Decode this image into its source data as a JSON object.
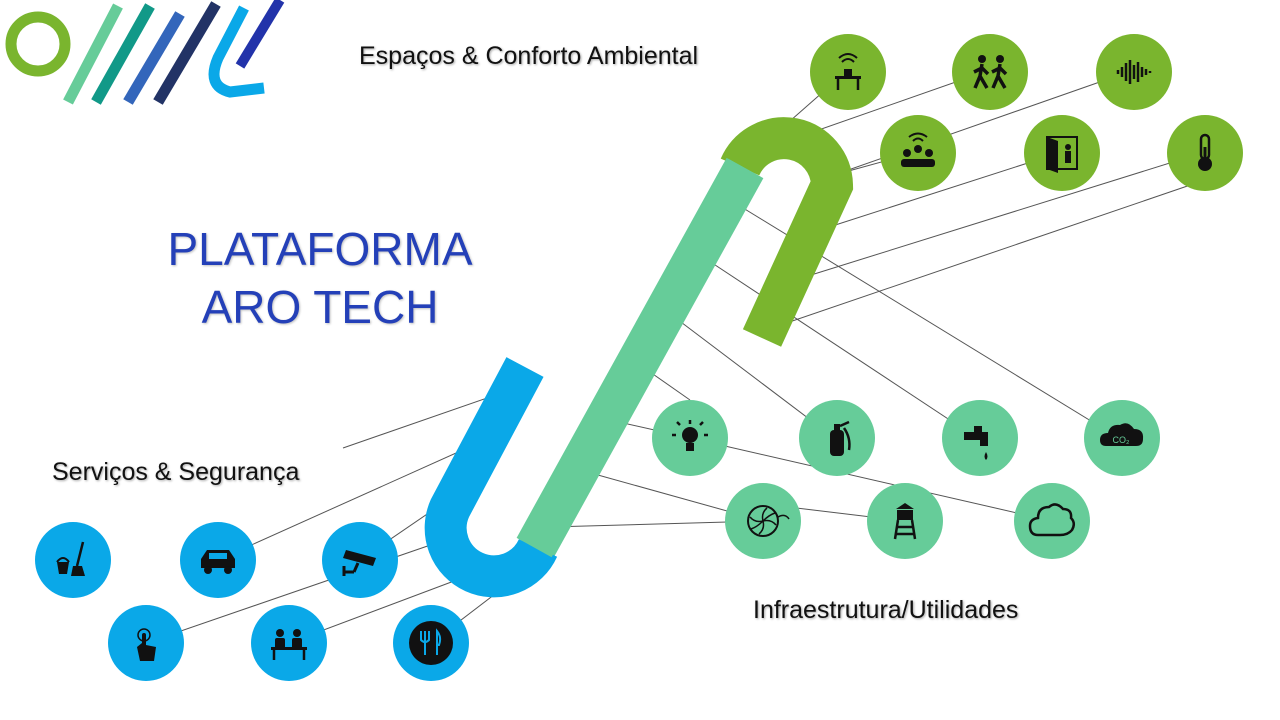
{
  "title": {
    "line1": "PLATAFORMA",
    "line2": "ARO TECH"
  },
  "sections": {
    "espacos": "Espaços & Conforto Ambiental",
    "servicos": "Serviços & Segurança",
    "infra": "Infraestrutura/Utilidades"
  },
  "colors": {
    "green": "#7ab52e",
    "mint": "#66cc99",
    "blue": "#0aa8e8",
    "title": "#2440b8"
  },
  "icons": {
    "espacos": [
      "desk-sensor-icon",
      "people-walking-icon",
      "sound-wave-icon",
      "meeting-sensor-icon",
      "door-icon",
      "thermometer-icon"
    ],
    "infra": [
      "lightbulb-icon",
      "fire-extinguisher-icon",
      "water-tap-icon",
      "co2-cloud-icon",
      "fan-icon",
      "water-tower-icon",
      "cloud-icon"
    ],
    "servicos": [
      "cleaning-icon",
      "car-icon",
      "security-camera-icon",
      "touch-icon",
      "meeting-people-icon",
      "restaurant-icon"
    ]
  }
}
